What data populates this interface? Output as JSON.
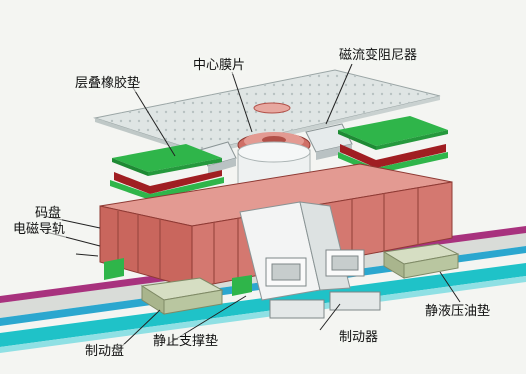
{
  "labels": {
    "laminated_rubber_pad": "层叠橡胶垫",
    "center_diaphragm": "中心膜片",
    "mr_damper": "磁流变阻尼器",
    "code_disc": "码盘",
    "electromagnetic_guide_rail": "电磁导轨",
    "brake_disc": "制动盘",
    "static_support_pad": "静止支撑垫",
    "brake": "制动器",
    "hydrostatic_oil_pad": "静液压油垫"
  },
  "colors": {
    "pad_green": "#2fb54a",
    "pad_red": "#a01e22",
    "body_pink": "#cf6f66",
    "rail_cyan": "#1fc2c8",
    "rail_magenta": "#a8327e",
    "support_olive": "#b9c6a0",
    "plate_grey": "#dfe5e4"
  }
}
